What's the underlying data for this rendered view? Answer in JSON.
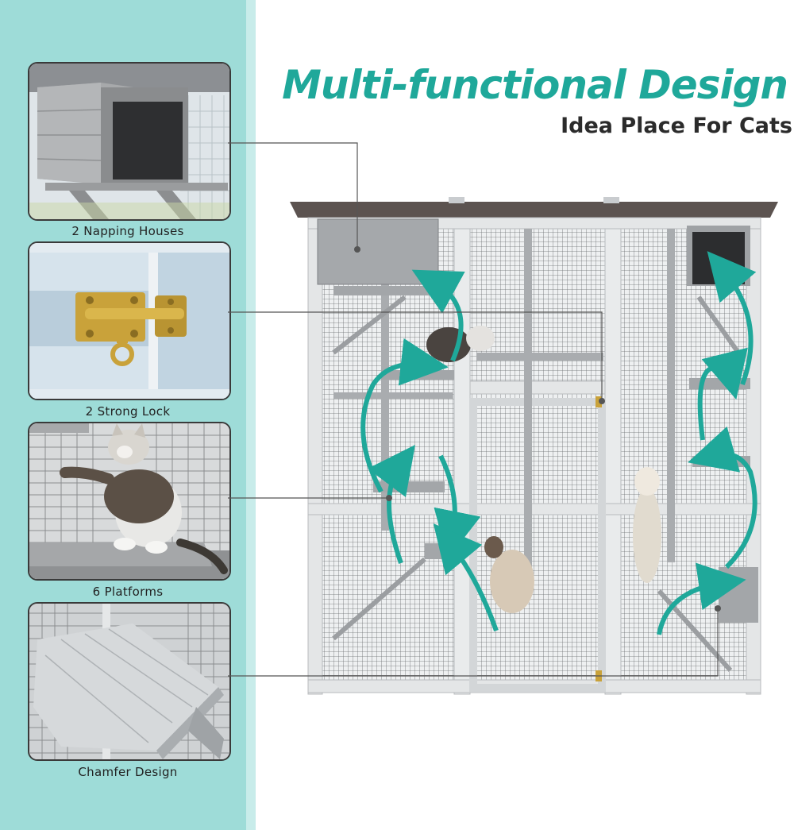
{
  "header": {
    "title": "Multi-functional Design",
    "subtitle": "Idea Place For Cats"
  },
  "features": [
    {
      "label": "2 Napping Houses",
      "icon": "napping-house-photo"
    },
    {
      "label": "2 Strong Lock",
      "icon": "lock-latch-photo"
    },
    {
      "label": "6 Platforms",
      "icon": "cat-on-platform-photo"
    },
    {
      "label": "Chamfer  Design",
      "icon": "chamfer-shelf-photo"
    }
  ],
  "colors": {
    "accent": "#1fa89a",
    "sidebar": "#9edcd8",
    "wood": "#e7e9ea",
    "roof": "#5c5350",
    "arrow": "#1fa89a"
  }
}
